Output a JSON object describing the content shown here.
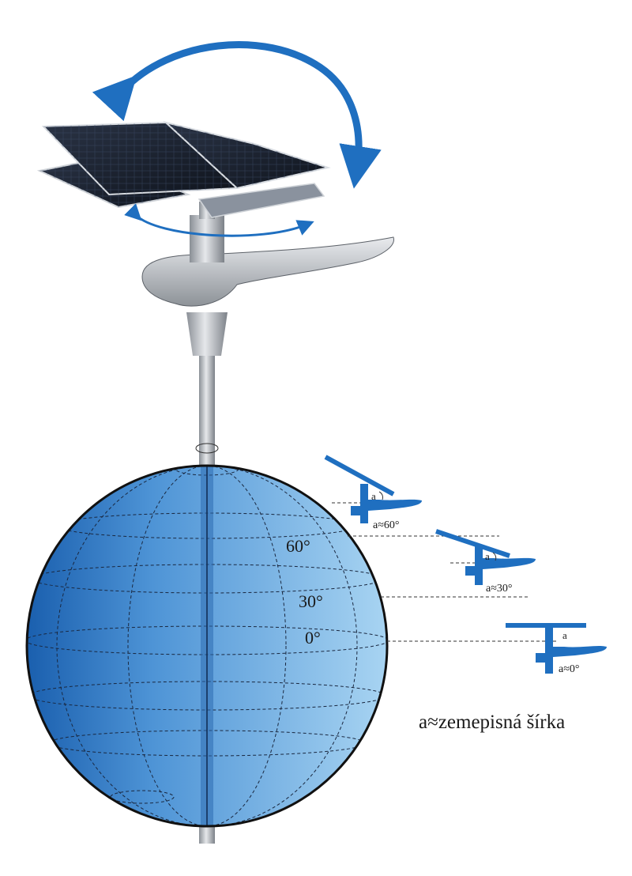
{
  "colors": {
    "accent_blue": "#1f6fc0",
    "globe_dark": "#1a5fae",
    "globe_light": "#a8d4f2",
    "panel_dark": "#1c2230",
    "pole_metal": "#b8bcc2"
  },
  "globe": {
    "latitude_labels": [
      "60°",
      "30°",
      "0°"
    ]
  },
  "lamps": [
    {
      "angle_mark": "a",
      "approx_label": "a≈60°"
    },
    {
      "angle_mark": "a",
      "approx_label": "a≈30°"
    },
    {
      "angle_mark": "a",
      "approx_label": "a≈0°"
    }
  ],
  "caption": "a≈zemepisná šírka"
}
